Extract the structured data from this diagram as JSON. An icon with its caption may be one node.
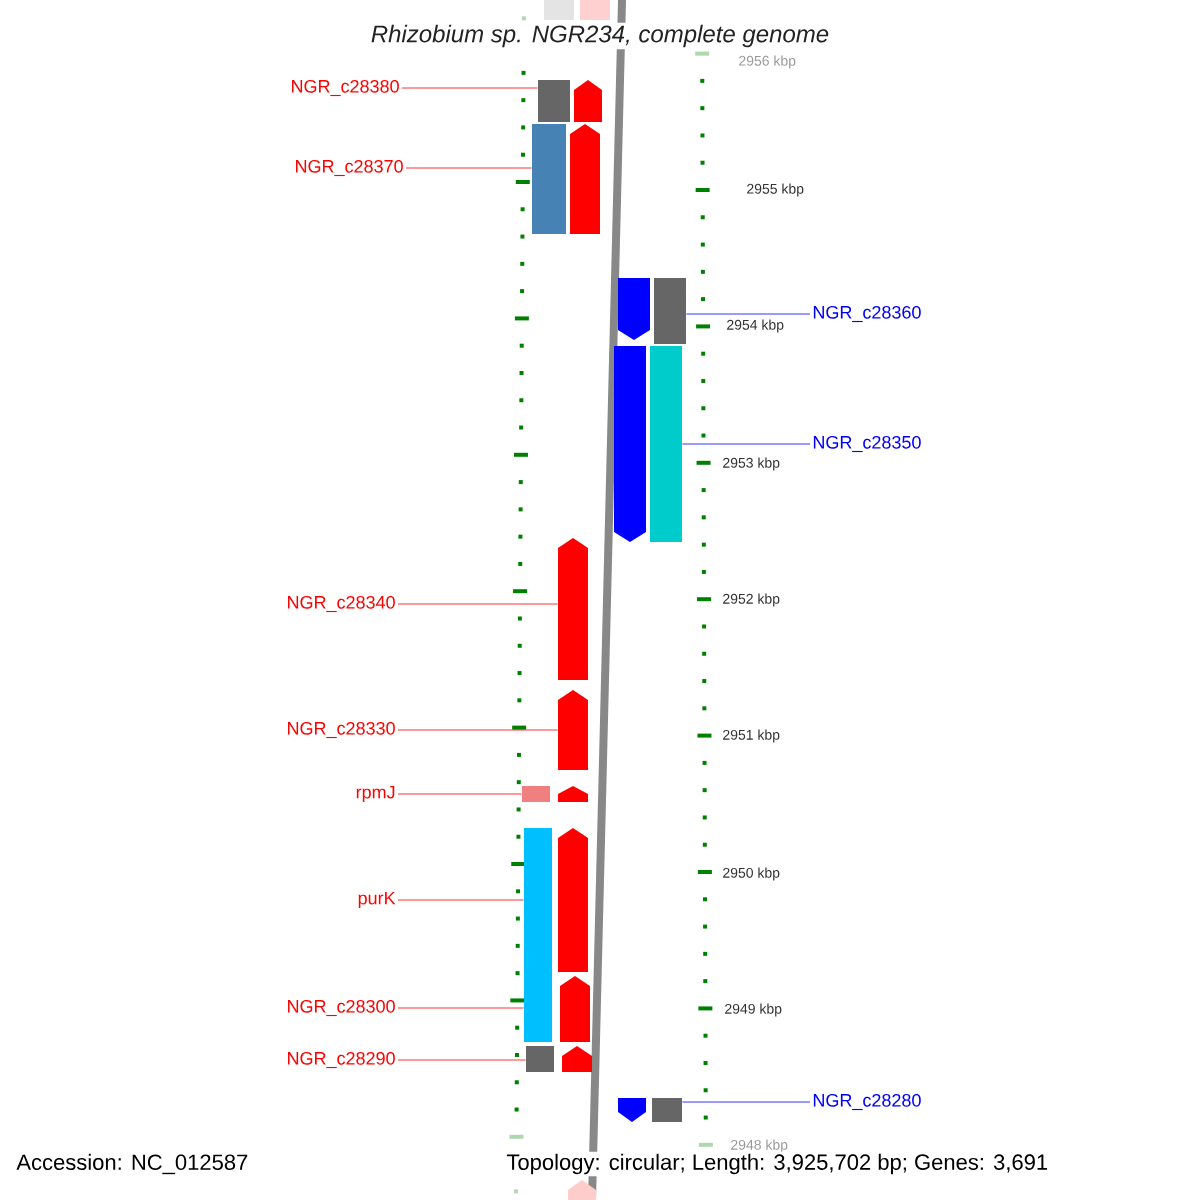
{
  "diagram": {
    "title": "Rhizobium sp. NGR234, complete genome",
    "nodes": [
      {
        "text": [],
        "shape": "box"
      },
      {
        "text": [],
        "shape": "box"
      },
      {
        "text": [
          "NGR_c28380"
        ]
      },
      {
        "text": [],
        "shape": "box"
      },
      {
        "text": [],
        "shape": "pentagon"
      },
      {
        "text": [
          "NGR_c28370"
        ]
      },
      {
        "text": [],
        "shape": "box"
      },
      {
        "text": [],
        "shape": "pentagon"
      },
      {
        "text": [],
        "shape": "pentagon"
      },
      {
        "text": [],
        "shape": "box"
      },
      {
        "text": [
          "NGR_c28360"
        ]
      },
      {
        "text": [],
        "shape": "pentagon"
      },
      {
        "text": [],
        "shape": "box"
      },
      {
        "text": [
          "NGR_c28350"
        ]
      },
      {
        "text": [],
        "shape": "pentagon"
      },
      {
        "text": [
          "NGR_c28340"
        ]
      },
      {
        "text": [],
        "shape": "pentagon"
      },
      {
        "text": [
          "NGR_c28330"
        ]
      },
      {
        "text": [
          "rpmJ"
        ]
      },
      {
        "text": [],
        "shape": "box"
      },
      {
        "text": [],
        "shape": "pentagon"
      },
      {
        "text": [
          "purK"
        ]
      },
      {
        "text": [],
        "shape": "box"
      },
      {
        "text": [],
        "shape": "pentagon"
      },
      {
        "text": [
          "NGR_c28300"
        ]
      },
      {
        "text": [],
        "shape": "pentagon"
      },
      {
        "text": [
          "NGR_c28290"
        ]
      },
      {
        "text": [],
        "shape": "box"
      },
      {
        "text": [],
        "shape": "pentagon"
      },
      {
        "text": [],
        "shape": "pentagon"
      },
      {
        "text": [],
        "shape": "box"
      },
      {
        "text": [
          "NGR_c28280"
        ]
      },
      {
        "text": [],
        "shape": "pentagon"
      }
    ],
    "edges": [
      {
        "from": 2,
        "to": 3,
        "arrow": "none"
      },
      {
        "from": 5,
        "to": 6,
        "arrow": "none"
      },
      {
        "from": 10,
        "to": 9,
        "arrow": "none",
        "color": "#0000ff"
      },
      {
        "from": 13,
        "to": 12,
        "arrow": "none",
        "color": "#0000ff"
      },
      {
        "from": 15,
        "to": 14,
        "arrow": "none"
      },
      {
        "from": 17,
        "to": 16,
        "arrow": "none"
      },
      {
        "from": 18,
        "to": 19,
        "arrow": "none"
      },
      {
        "from": 21,
        "to": 22,
        "arrow": "none"
      },
      {
        "from": 24,
        "to": 22,
        "arrow": "none"
      },
      {
        "from": 26,
        "to": 27,
        "arrow": "none"
      },
      {
        "from": 31,
        "to": 30,
        "arrow": "none",
        "color": "#0000ff"
      }
    ],
    "labels": [
      "2956 kbp",
      "2955 kbp",
      "2954 kbp",
      "2953 kbp",
      "2952 kbp",
      "2951 kbp",
      "2950 kbp",
      "2949 kbp",
      "2948 kbp",
      "Accession: NC_012587",
      "Topology: circular; Length: 3,925,702 bp; Genes: 3,691"
    ]
  }
}
